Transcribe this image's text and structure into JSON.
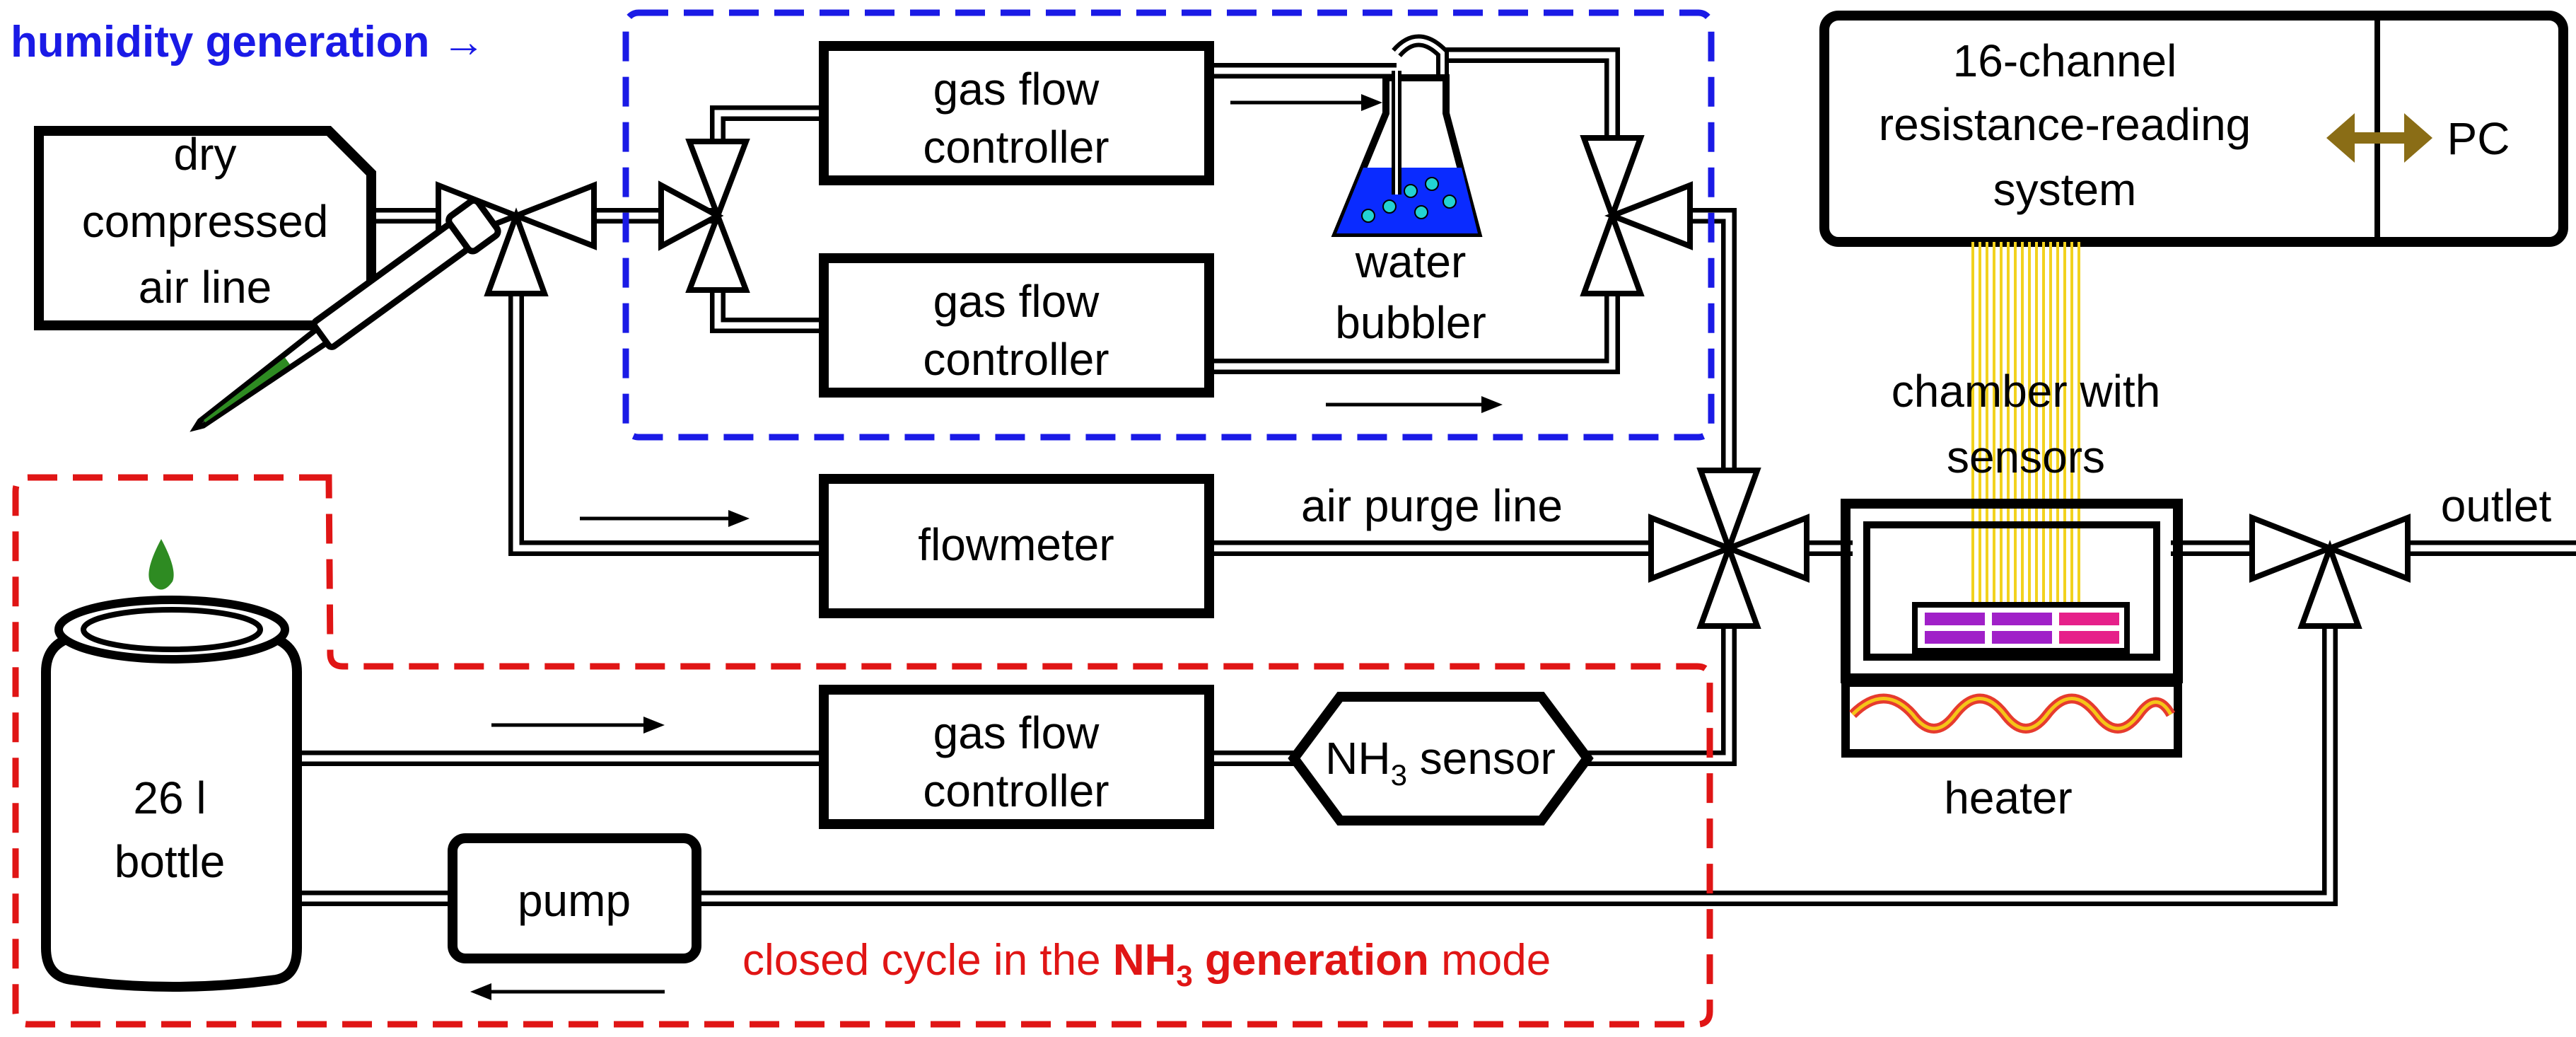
{
  "labels": {
    "humidity_generation": "humidity generation →",
    "dry_air_1": "dry",
    "dry_air_2": "compressed",
    "dry_air_3": "air line",
    "gfc_top_1": "gas flow",
    "gfc_top_2": "controller",
    "gfc_mid_1": "gas flow",
    "gfc_mid_2": "controller",
    "water_bubbler_1": "water",
    "water_bubbler_2": "bubbler",
    "resistance_system_1": "16-channel",
    "resistance_system_2": "resistance-reading",
    "resistance_system_3": "system",
    "pc": "PC",
    "chamber_1": "chamber with",
    "chamber_2": "sensors",
    "flowmeter": "flowmeter",
    "air_purge_line": "air purge line",
    "outlet": "outlet",
    "heater": "heater",
    "bottle_1": "26 l",
    "bottle_2": "bottle",
    "gfc_bot_1": "gas flow",
    "gfc_bot_2": "controller",
    "nh3_sensor_pre": "NH",
    "nh3_sensor_sub": "3",
    "nh3_sensor_post": " sensor",
    "pump": "pump",
    "closed_cycle_pre": "closed cycle in the ",
    "closed_cycle_bold": "NH",
    "closed_cycle_sub": "3",
    "closed_cycle_bold2": " generation",
    "closed_cycle_post": " mode"
  },
  "colors": {
    "humidity_box": "#1a1ae6",
    "nh3_box": "#e01515",
    "water": "#0a2bff",
    "bubbles": "#22d3d3",
    "sensor_wires": "#f2d21e",
    "pc_link_arrow": "#8a6d16",
    "heater_coil": "#e63b2e",
    "heater_coil_core": "#f5c518",
    "droplet": "#2e8b22",
    "sensor_chip": "#a020c8"
  },
  "icons": {
    "valve": "three-way-valve-icon",
    "bubbler": "water-bubbler-flask-icon",
    "pipette": "pipette-icon",
    "bottle": "gas-bottle-icon",
    "double_arrow": "bidirectional-arrow-icon",
    "heater": "heater-coil-icon"
  }
}
